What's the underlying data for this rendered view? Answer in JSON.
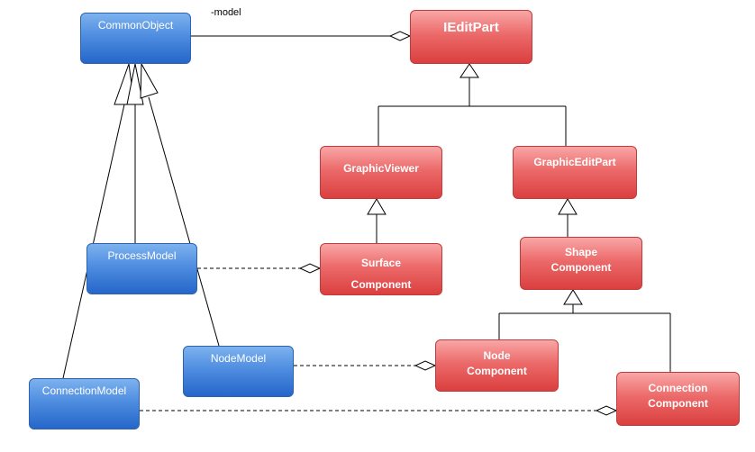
{
  "diagram": {
    "association_label": "-model",
    "nodes": {
      "common_object": "CommonObject",
      "process_model": "ProcessModel",
      "node_model": "NodeModel",
      "connection_model": "ConnectionModel",
      "ieditpart": "IEditPart",
      "graphic_viewer": "GraphicViewer",
      "graphic_editpart": "GraphicEditPart",
      "surface_component": "Surface\nComponent",
      "shape_component": "Shape\nComponent",
      "node_component": "Node\nComponent",
      "connection_component": "Connection\nComponent"
    }
  },
  "colors": {
    "model_fill": "#4f8de0",
    "editpart_fill": "#ec6a6a",
    "line": "#000000"
  }
}
